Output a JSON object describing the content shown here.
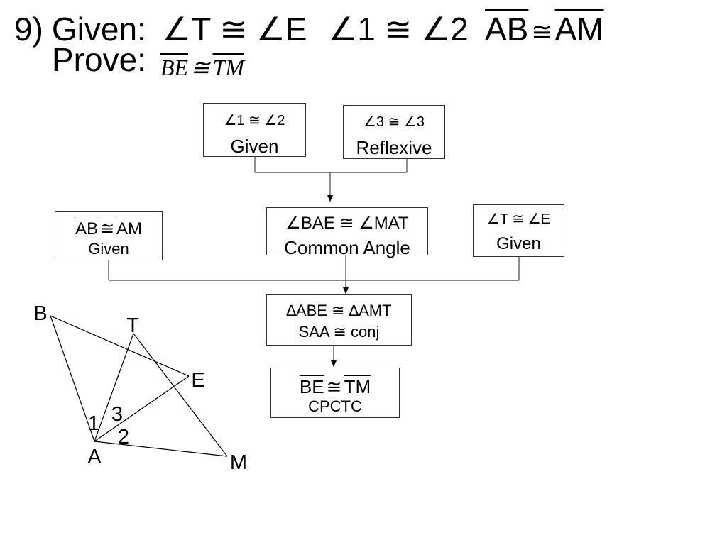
{
  "header": {
    "number": "9)",
    "given_label": "Given:",
    "given": [
      {
        "text": "∠T ≅ ∠E"
      },
      {
        "text": "∠1 ≅ ∠2"
      },
      {
        "left": "AB",
        "rel": "≅",
        "right": "AM"
      }
    ],
    "prove_label": "Prove:",
    "prove": {
      "left": "BE",
      "rel": "≅",
      "right": "TM"
    }
  },
  "flow_proof": {
    "angles_1_2": {
      "statement": "∠1 ≅ ∠2",
      "reason": "Given"
    },
    "angles_3_3": {
      "statement": "∠3 ≅ ∠3",
      "reason": "Reflexive"
    },
    "sides_ab_am": {
      "statement": {
        "left": "AB",
        "rel": "≅",
        "right": "AM"
      },
      "reason": "Given"
    },
    "angles_bae_mat": {
      "statement": "∠BAE ≅ ∠MAT",
      "reason": "Common Angle"
    },
    "angles_t_e": {
      "statement": "∠T ≅ ∠E",
      "reason": "Given"
    },
    "triangles": {
      "statement": "∆ABE ≅ ∆AMT",
      "reason": "SAA ≅ conj"
    },
    "conclusion": {
      "statement": {
        "left": "BE",
        "rel": "≅",
        "right": "TM"
      },
      "reason": "CPCTC"
    }
  },
  "figure": {
    "vertices": {
      "B": "B",
      "T": "T",
      "E": "E",
      "A": "A",
      "M": "M"
    },
    "angle_numbers": {
      "one": "1",
      "two": "2",
      "three": "3"
    }
  }
}
